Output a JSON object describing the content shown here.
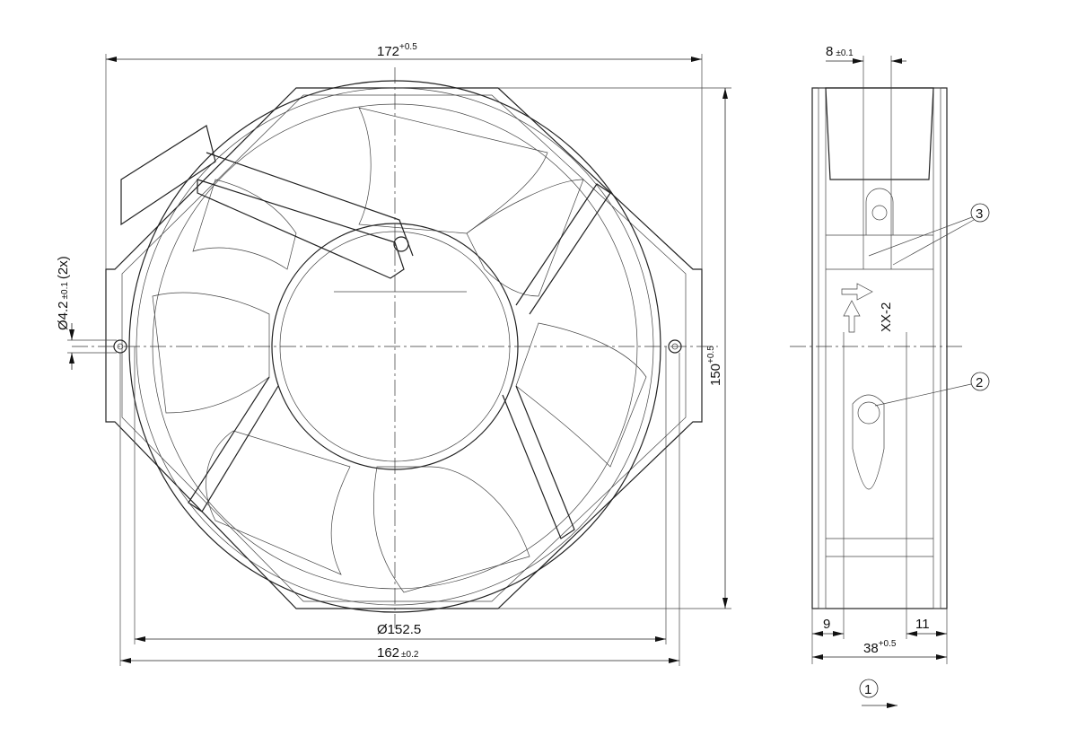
{
  "front_view": {
    "width_main": "172",
    "width_tol": "+0.5",
    "height_main": "150",
    "height_tol": "+0.5",
    "hole_dia": "Ø4.2",
    "hole_tol": "±0.1",
    "hole_count": "(2x)",
    "ring_dia": "Ø152.5",
    "hole_spacing_main": "162",
    "hole_spacing_tol": "±0.2"
  },
  "side_view": {
    "offset_main": "8",
    "offset_tol": "±0.1",
    "left_depth": "9",
    "right_depth": "11",
    "depth_main": "38",
    "depth_tol": "+0.5",
    "marking": "XX-2"
  },
  "callouts": [
    "1",
    "2",
    "3"
  ]
}
